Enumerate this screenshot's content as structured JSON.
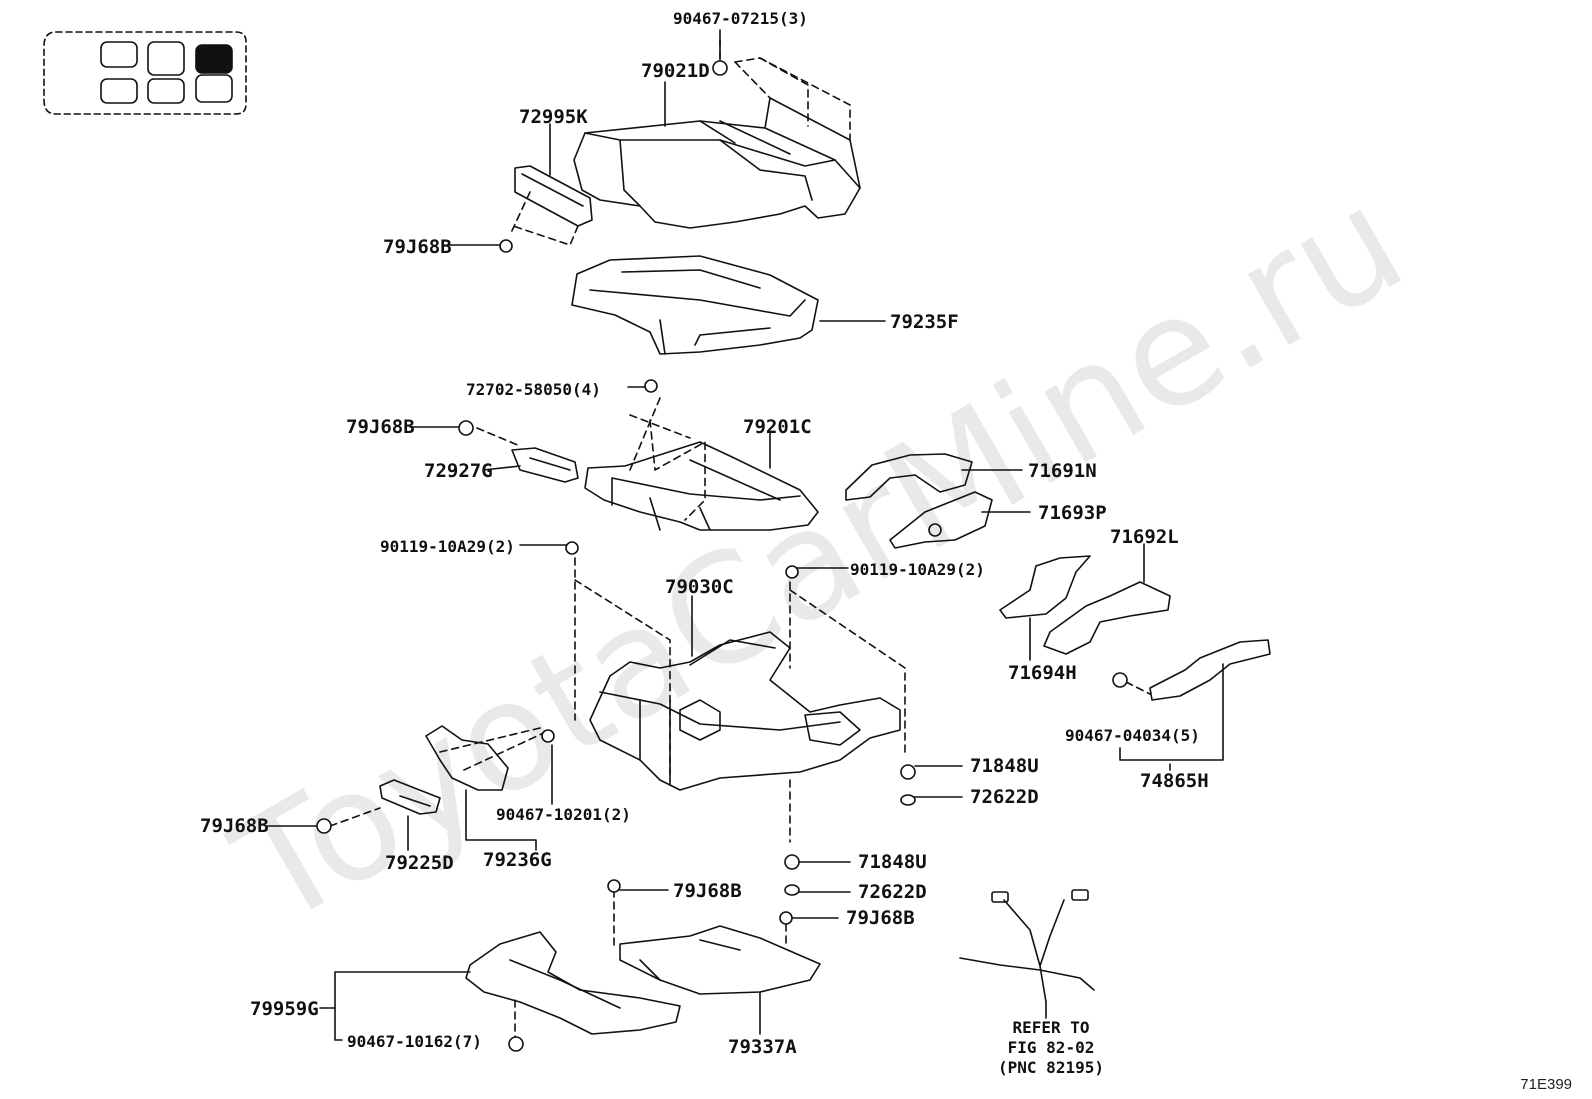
{
  "watermark": "ToyotaCarMine.ru",
  "diagram_code": "71E399",
  "locator": {
    "icon": "seat-position-locator-icon",
    "highlight_color": "#111111"
  },
  "parts": [
    {
      "id": "p1",
      "label": "90467-07215(3)"
    },
    {
      "id": "p2",
      "label": "79021D"
    },
    {
      "id": "p3",
      "label": "72995K"
    },
    {
      "id": "p4",
      "label": "79J68B"
    },
    {
      "id": "p5",
      "label": "79235F"
    },
    {
      "id": "p6",
      "label": "72702-58050(4)"
    },
    {
      "id": "p7",
      "label": "79J68B"
    },
    {
      "id": "p8",
      "label": "79201C"
    },
    {
      "id": "p9",
      "label": "72927G"
    },
    {
      "id": "p10",
      "label": "71691N"
    },
    {
      "id": "p11",
      "label": "71693P"
    },
    {
      "id": "p12",
      "label": "90119-10A29(2)"
    },
    {
      "id": "p13",
      "label": "71692L"
    },
    {
      "id": "p14",
      "label": "90119-10A29(2)"
    },
    {
      "id": "p15",
      "label": "79030C"
    },
    {
      "id": "p16",
      "label": "71694H"
    },
    {
      "id": "p17",
      "label": "90467-04034(5)"
    },
    {
      "id": "p18",
      "label": "71848U"
    },
    {
      "id": "p19",
      "label": "74865H"
    },
    {
      "id": "p20",
      "label": "72622D"
    },
    {
      "id": "p21",
      "label": "90467-10201(2)"
    },
    {
      "id": "p22",
      "label": "79J68B"
    },
    {
      "id": "p23",
      "label": "71848U"
    },
    {
      "id": "p24",
      "label": "79225D"
    },
    {
      "id": "p25",
      "label": "79236G"
    },
    {
      "id": "p26",
      "label": "72622D"
    },
    {
      "id": "p27",
      "label": "79J68B"
    },
    {
      "id": "p28",
      "label": "79J68B"
    },
    {
      "id": "p29",
      "label": "79959G"
    },
    {
      "id": "p30",
      "label": "90467-10162(7)"
    },
    {
      "id": "p31",
      "label": "79337A"
    }
  ],
  "reference_note": {
    "line1": "REFER TO",
    "line2": "FIG 82-02",
    "line3": "(PNC 82195)"
  }
}
